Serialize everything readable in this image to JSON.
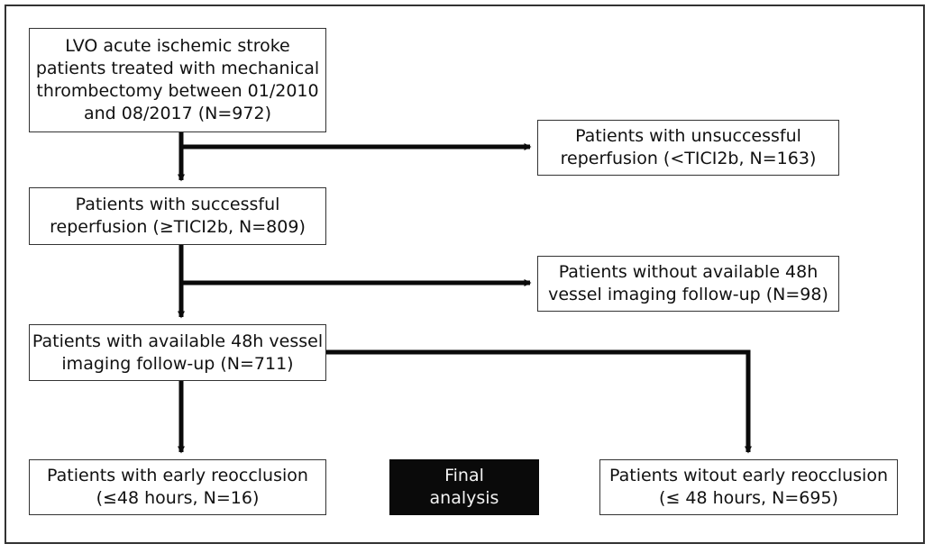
{
  "boxes": {
    "all_patients": {
      "lines": [
        "LVO acute ischemic stroke",
        "patients treated with mechanical",
        "thrombectomy between 01/2010",
        "and 08/2017 (N=972)"
      ]
    },
    "unsuccessful": {
      "lines": [
        "Patients with unsuccessful",
        "reperfusion (<TICI2b, N=163)"
      ]
    },
    "successful": {
      "lines": [
        "Patients with successful",
        "reperfusion (≥TICI2b, N=809)"
      ]
    },
    "without_imaging": {
      "lines": [
        "Patients without available 48h",
        "vessel imaging follow-up (N=98)"
      ]
    },
    "with_imaging": {
      "lines": [
        "Patients with available 48h vessel",
        "imaging follow-up (N=711)"
      ]
    },
    "early_reocclusion": {
      "lines": [
        "Patients with early reocclusion",
        "(≤48 hours, N=16)"
      ]
    },
    "final_analysis": {
      "lines": [
        "Final",
        "analysis"
      ]
    },
    "no_reocclusion": {
      "lines": [
        "Patients witout early reocclusion",
        "(≤ 48 hours, N=695)"
      ]
    }
  }
}
